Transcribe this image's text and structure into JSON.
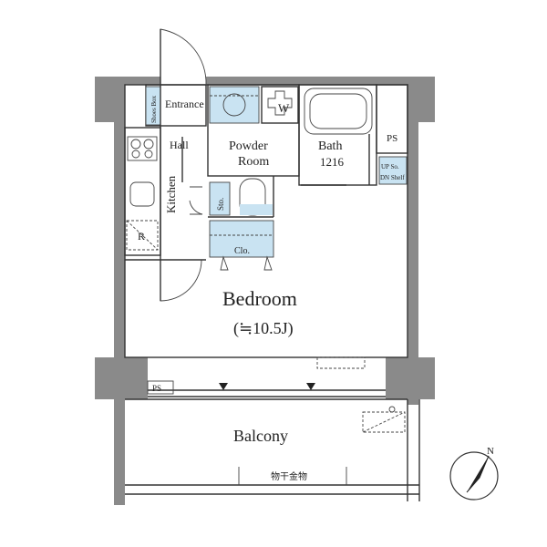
{
  "rooms": {
    "entrance": "Entrance",
    "shoes_box": "Shoes Box",
    "hall": "Hall",
    "kitchen": "Kitchen",
    "powder_room_1": "Powder",
    "powder_room_2": "Room",
    "bath_1": "Bath",
    "bath_2": "1216",
    "ps_top": "PS",
    "up_so": "UP So.",
    "dn_shelf": "DN Shelf",
    "storage": "Sto.",
    "closet": "Clo.",
    "refrigerator": "R",
    "washer": "W",
    "bedroom": "Bedroom",
    "bedroom_size": "(≒10.5J)",
    "ps_bottom": "PS",
    "balcony": "Balcony",
    "drying_rack": "物干金物"
  },
  "compass": {
    "label": "N"
  }
}
